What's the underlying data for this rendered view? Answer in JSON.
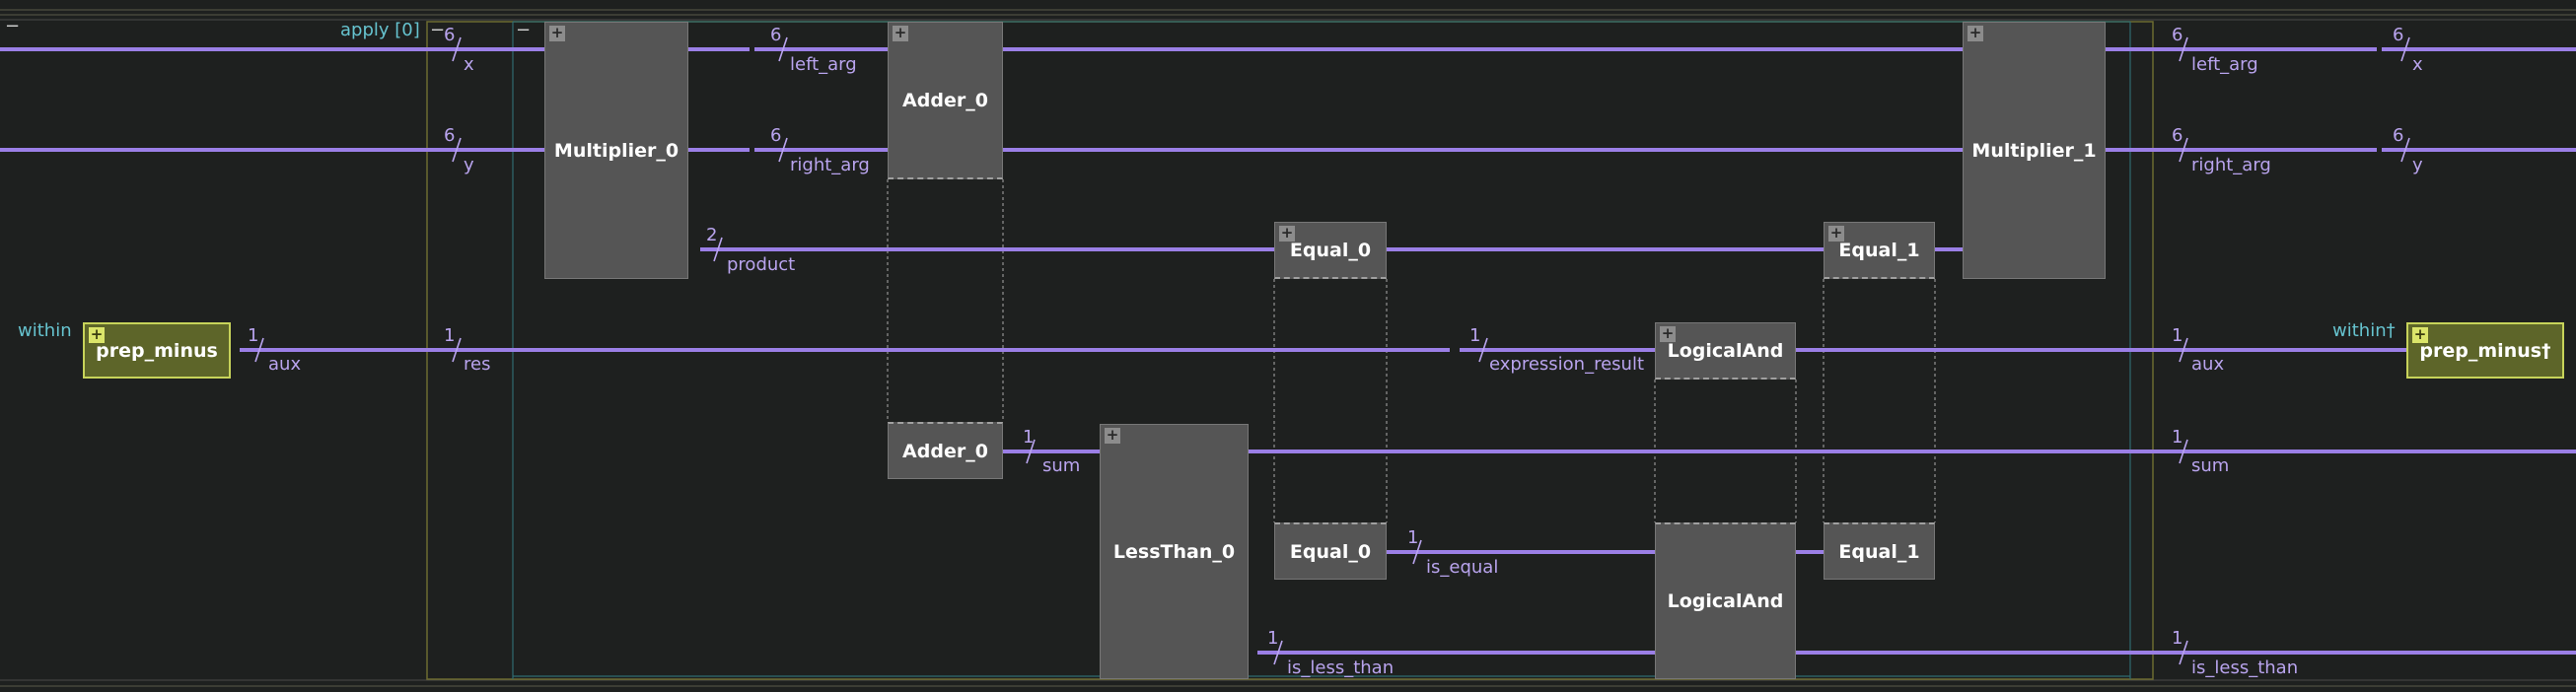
{
  "scopes": {
    "within_left": "within",
    "within_right": "within†",
    "apply": "apply [0]",
    "collapse_symbol": "−"
  },
  "blocks": {
    "prep_minus": "prep_minus",
    "prep_minus_out": "prep_minus†",
    "multiplier_0": "Multiplier_0",
    "multiplier_1": "Multiplier_1",
    "adder_0_top": "Adder_0",
    "adder_0_bottom": "Adder_0",
    "equal_0_top": "Equal_0",
    "equal_0_bottom": "Equal_0",
    "equal_1_top": "Equal_1",
    "equal_1_bottom": "Equal_1",
    "logical_and_top": "LogicalAnd",
    "logical_and_bottom": "LogicalAnd",
    "less_than_0": "LessThan_0",
    "expand_symbol": "+"
  },
  "signals": {
    "aux": "aux",
    "x": "x",
    "y": "y",
    "res": "res",
    "left_arg": "left_arg",
    "right_arg": "right_arg",
    "product": "product",
    "sum": "sum",
    "is_equal": "is_equal",
    "is_less_than": "is_less_than",
    "expression_result": "expression_result",
    "out_left_arg": "left_arg",
    "out_right_arg": "right_arg",
    "out_aux": "aux",
    "out_sum": "sum",
    "out_is_less_than": "is_less_than",
    "out_x": "x",
    "out_y": "y"
  },
  "widths": {
    "w6": "6",
    "w2": "2",
    "w1": "1"
  },
  "colors": {
    "background": "#1e201f",
    "wire": "#9b7fe6",
    "signal_text": "#b9a4ee",
    "scope_text": "#66c3cf",
    "block_fill": "#555555",
    "prep_block_fill": "#5d6529",
    "prep_block_border": "#c7d35a"
  }
}
